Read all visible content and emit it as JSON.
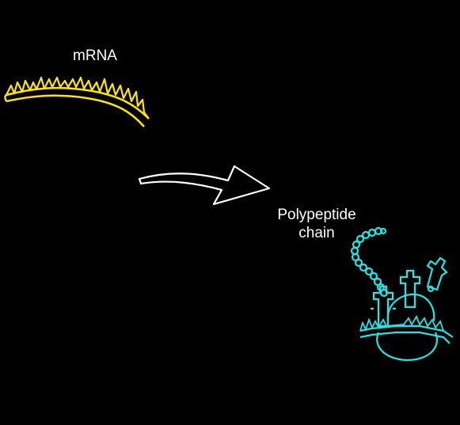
{
  "labels": {
    "mrna": "mRNA",
    "polypeptide_line1": "Polypeptide",
    "polypeptide_line2": "chain"
  },
  "colors": {
    "background": "#000000",
    "mrna": "#ffe600",
    "ribosome": "#1ee6e6",
    "arrow": "#ffffff",
    "text": "#ffffff"
  },
  "icons": [
    "mrna-strand-icon",
    "process-arrow-icon",
    "ribosome-translation-icon"
  ]
}
